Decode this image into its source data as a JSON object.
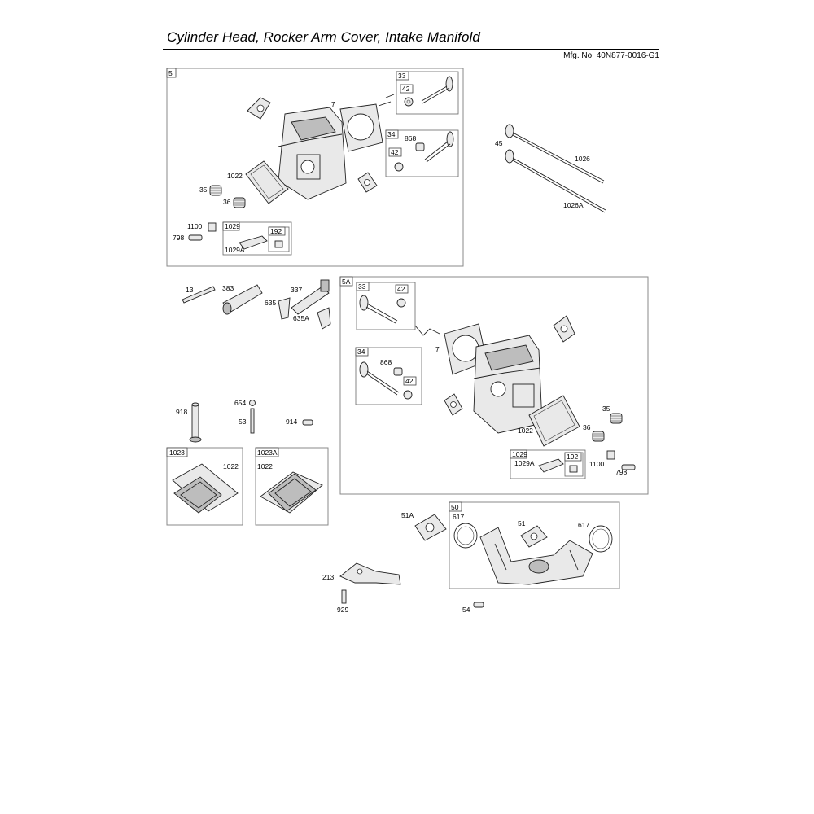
{
  "header": {
    "title": "Cylinder Head, Rocker Arm Cover, Intake Manifold",
    "mfg": "Mfg. No: 40N877-0016-G1"
  },
  "labels": {
    "g5": "5",
    "p33a": "33",
    "p42a": "42",
    "p7a": "7",
    "p34a": "34",
    "p868a": "868",
    "p42b": "42",
    "p1022a": "1022",
    "p35a": "35",
    "p36a": "36",
    "p1100a": "1100",
    "p798a": "798",
    "p1029a": "1029",
    "p1029Aa": "1029A",
    "p192a": "192",
    "p45": "45",
    "p1026": "1026",
    "p1026A": "1026A",
    "p13": "13",
    "p383": "383",
    "p337": "337",
    "p635": "635",
    "p635A": "635A",
    "g5A": "5A",
    "p33b": "33",
    "p42c": "42",
    "p7b": "7",
    "p34b": "34",
    "p868b": "868",
    "p42d": "42",
    "p35b": "35",
    "p1022b": "1022",
    "p36b": "36",
    "p1029b": "1029",
    "p1029Ab": "1029A",
    "p192b": "192",
    "p1100b": "1100",
    "p798b": "798",
    "p918": "918",
    "p654": "654",
    "p53": "53",
    "p914": "914",
    "g1023": "1023",
    "p1022c": "1022",
    "g1023A": "1023A",
    "p1022d": "1022",
    "p51A": "51A",
    "g50": "50",
    "p617a": "617",
    "p51": "51",
    "p617b": "617",
    "p213": "213",
    "p929": "929",
    "p54": "54"
  }
}
